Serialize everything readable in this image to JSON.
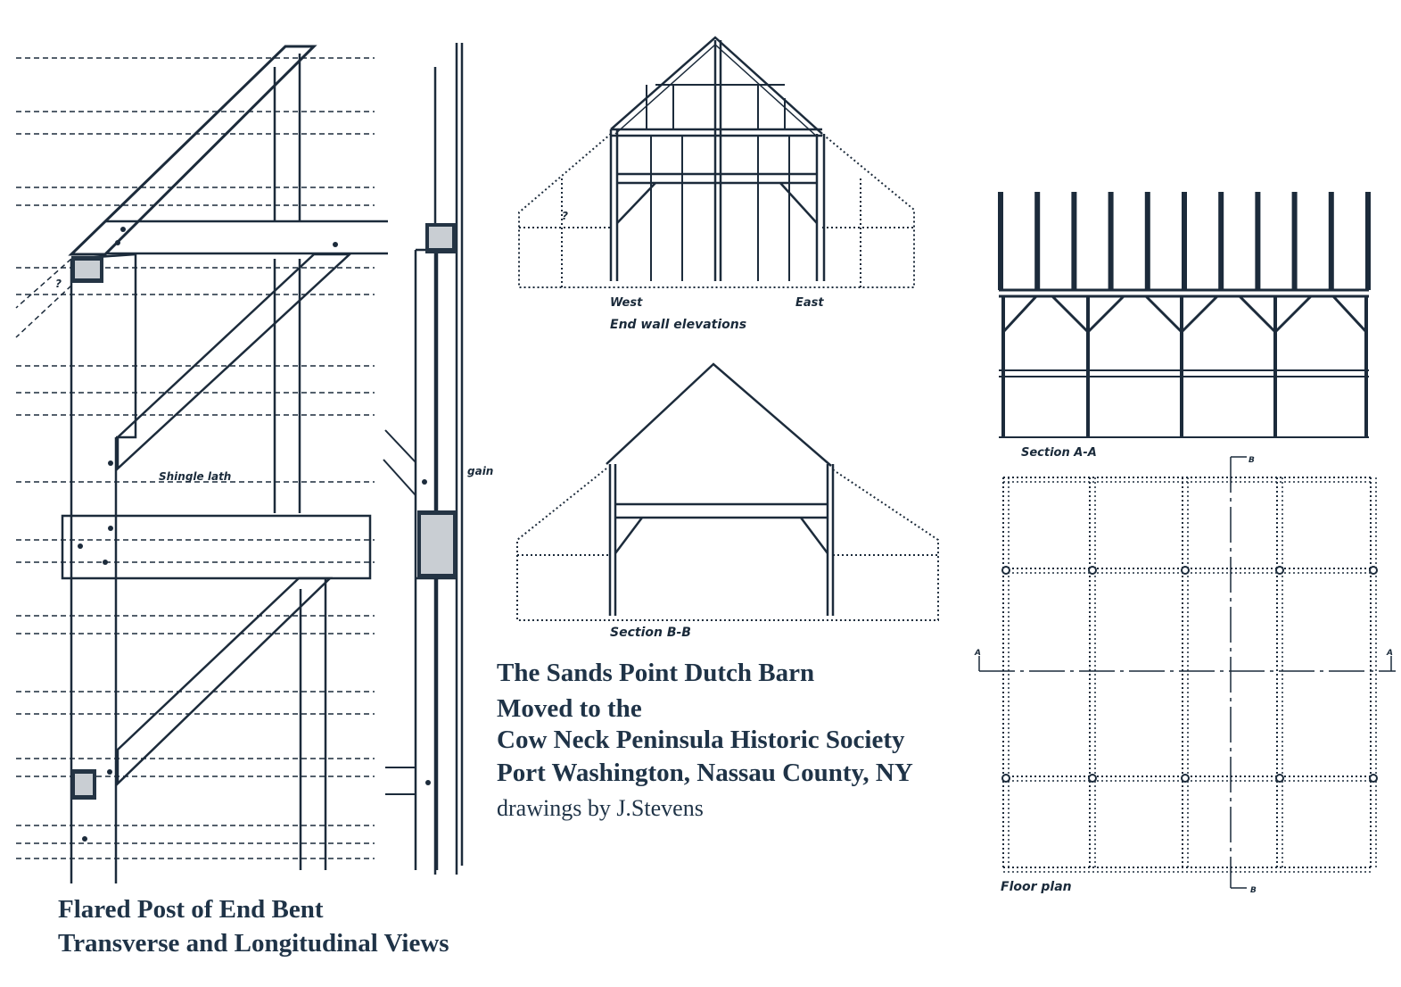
{
  "panels": {
    "flared_post": {
      "caption_line1": "Flared Post of End Bent",
      "caption_line2": "Transverse and Longitudinal Views",
      "shingle_label": "Shingle lath",
      "gain_label": "gain",
      "query_mark": "?"
    },
    "end_wall": {
      "caption": "End wall elevations",
      "west_label": "West",
      "east_label": "East",
      "query_mark": "?"
    },
    "section_bb": {
      "caption": "Section B-B"
    },
    "section_aa": {
      "caption": "Section A-A"
    },
    "floor_plan": {
      "caption": "Floor plan",
      "marker_a": "A",
      "marker_b": "B"
    }
  },
  "title_block": {
    "line1": "The Sands Point Dutch Barn",
    "line2": "Moved to the",
    "line3": "Cow Neck Peninsula Historic Society",
    "line4": "Port Washington, Nassau County, NY",
    "credit": "drawings by J.Stevens"
  },
  "colors": {
    "ink": "#1c2b3b",
    "title": "#1f3347",
    "paper": "#ffffff"
  }
}
